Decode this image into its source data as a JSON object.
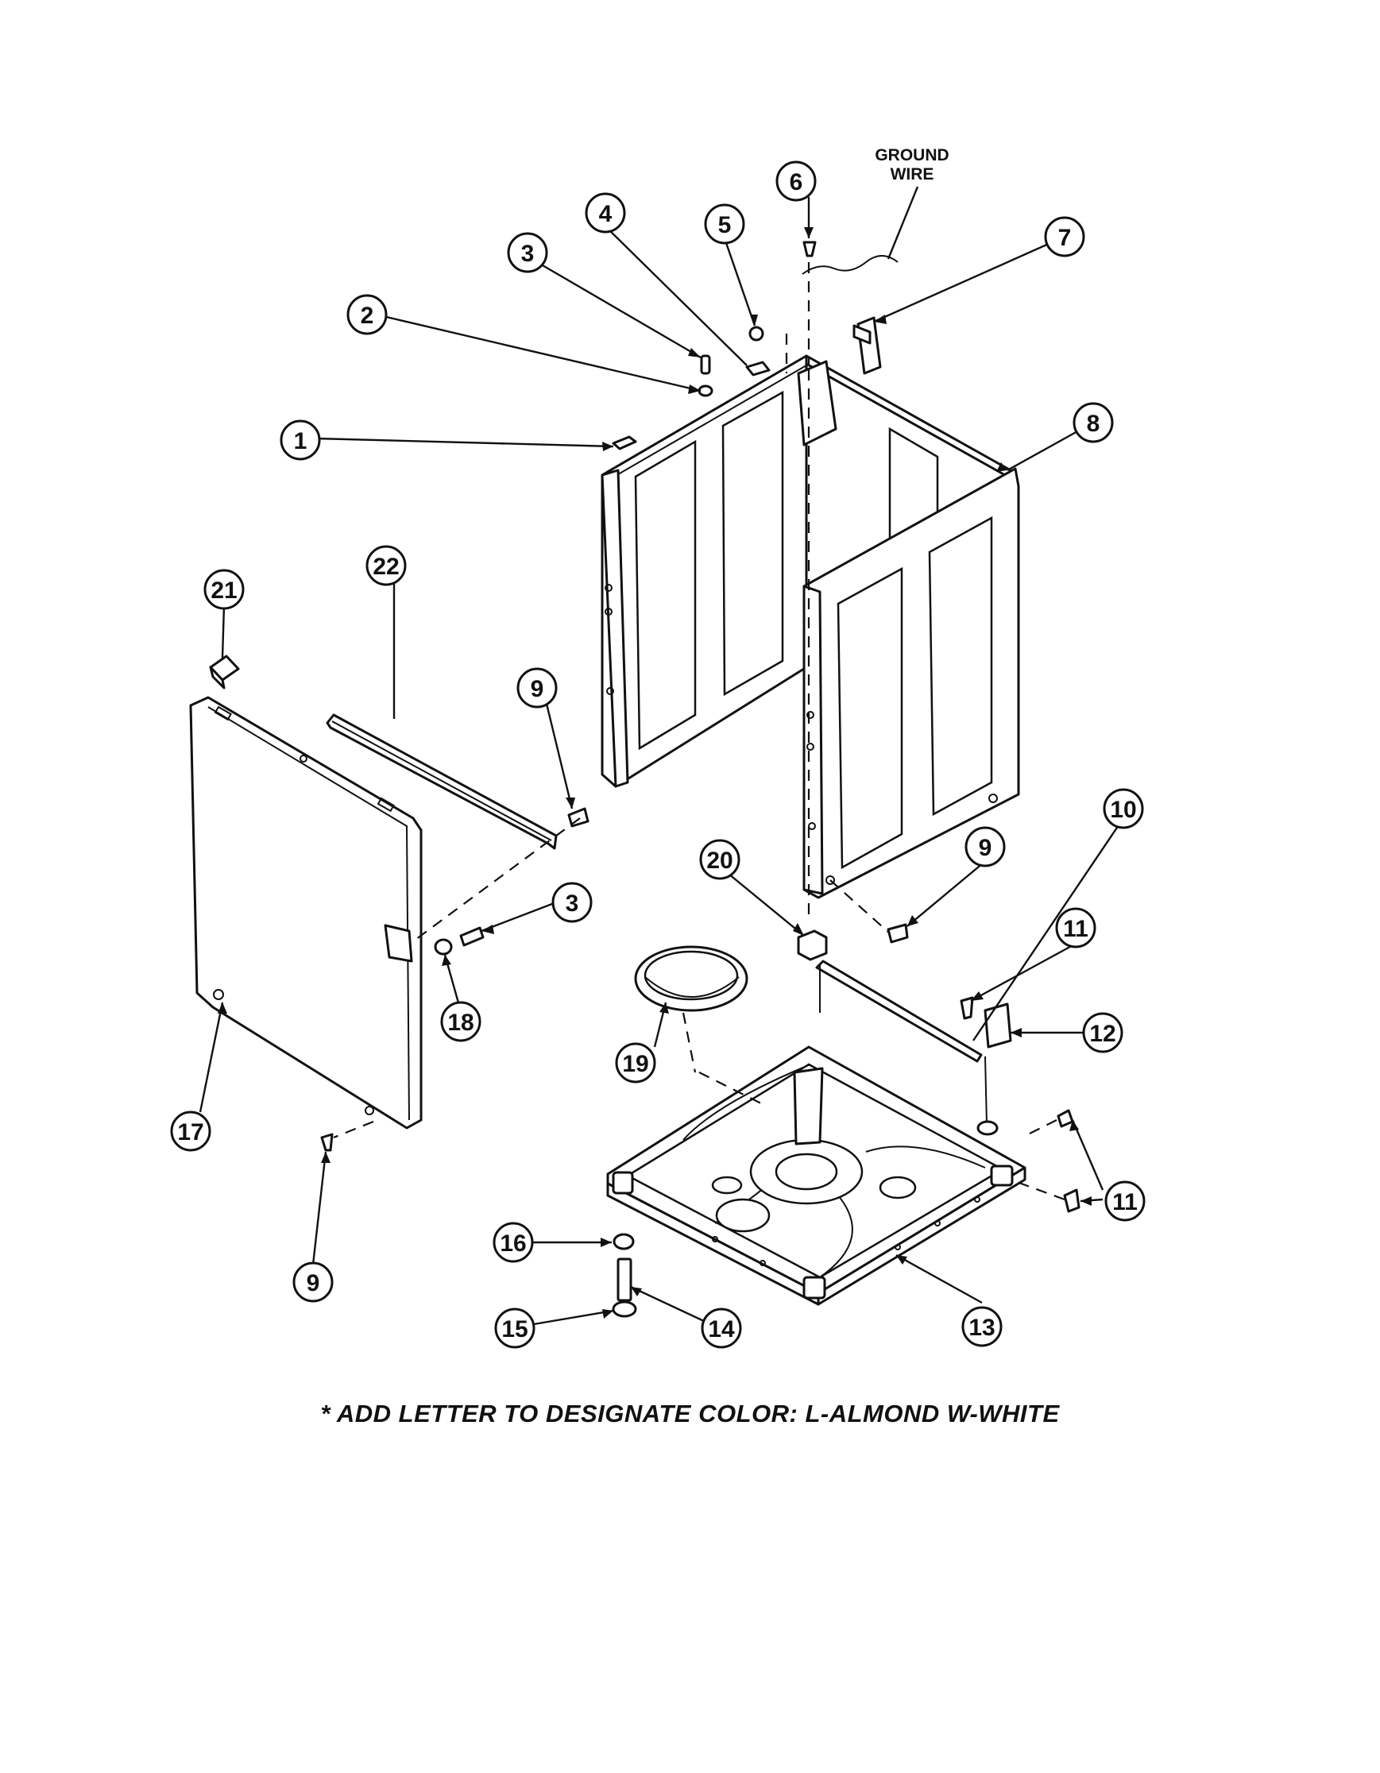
{
  "ground_wire_label": [
    "GROUND",
    "WIRE"
  ],
  "caption": "* ADD LETTER TO DESIGNATE COLOR: L-ALMOND  W-WHITE",
  "callouts": [
    {
      "id": "c1",
      "label": "1"
    },
    {
      "id": "c2",
      "label": "2"
    },
    {
      "id": "c3a",
      "label": "3"
    },
    {
      "id": "c4",
      "label": "4"
    },
    {
      "id": "c5",
      "label": "5"
    },
    {
      "id": "c6",
      "label": "6"
    },
    {
      "id": "c7",
      "label": "7"
    },
    {
      "id": "c8",
      "label": "8"
    },
    {
      "id": "c9a",
      "label": "9"
    },
    {
      "id": "c9b",
      "label": "9"
    },
    {
      "id": "c9c",
      "label": "9"
    },
    {
      "id": "c10",
      "label": "10"
    },
    {
      "id": "c11a",
      "label": "11"
    },
    {
      "id": "c11b",
      "label": "11"
    },
    {
      "id": "c12",
      "label": "12"
    },
    {
      "id": "c13",
      "label": "13"
    },
    {
      "id": "c14",
      "label": "14"
    },
    {
      "id": "c15",
      "label": "15"
    },
    {
      "id": "c16",
      "label": "16"
    },
    {
      "id": "c17",
      "label": "17"
    },
    {
      "id": "c18",
      "label": "18"
    },
    {
      "id": "c19",
      "label": "19"
    },
    {
      "id": "c20",
      "label": "20"
    },
    {
      "id": "c21",
      "label": "21"
    },
    {
      "id": "c22",
      "label": "22"
    },
    {
      "id": "c3b",
      "label": "3"
    }
  ]
}
